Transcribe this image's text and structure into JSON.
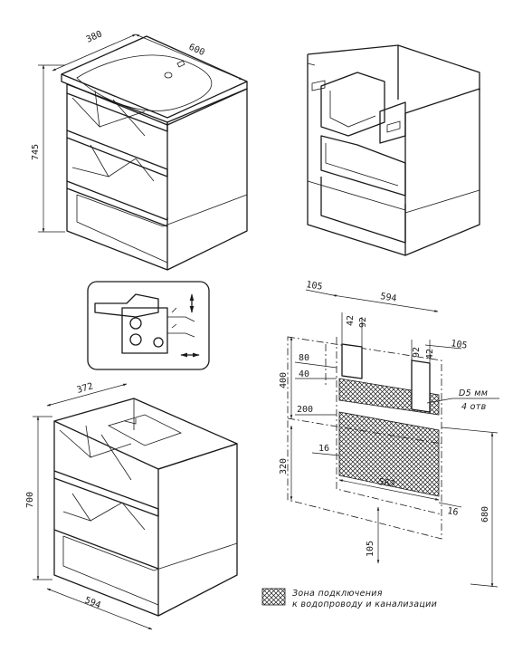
{
  "view1": {
    "depth": "380",
    "width": "600",
    "height": "745"
  },
  "view3": {
    "depth": "372",
    "width": "594",
    "height": "700"
  },
  "scheme": {
    "overall_width": "594",
    "left_offset": "105",
    "right_offset": "105",
    "left_pipe_a": "42",
    "left_pipe_b": "92",
    "right_pipe_a": "92",
    "right_pipe_b": "42",
    "h80": "80",
    "h40": "40",
    "h400": "400",
    "h200": "200",
    "h320": "320",
    "h16_left": "16",
    "w562": "562",
    "h16_right": "16",
    "h680": "680",
    "bottom105": "105",
    "hole_d": "D5 мм",
    "hole_n": "4 отв"
  },
  "legend": {
    "line1": "Зона подключения",
    "line2": "к водопроводу и канализации"
  },
  "colors": {
    "line": "#1a1a1a",
    "background": "#ffffff"
  },
  "icons": {
    "vertical_adjust": "up-down-arrow-icon",
    "horizontal_adjust": "left-right-arrow-icon"
  }
}
